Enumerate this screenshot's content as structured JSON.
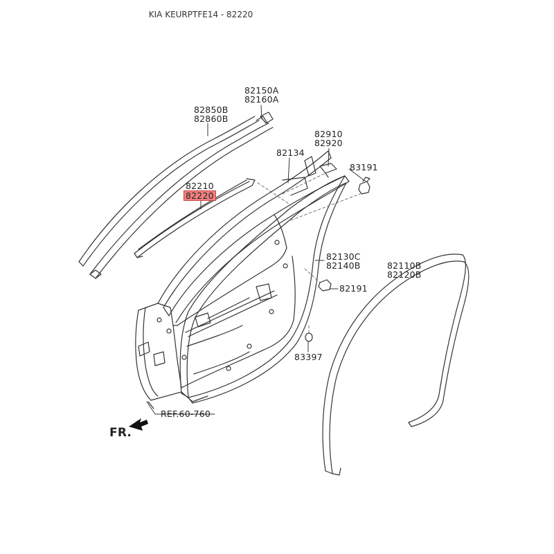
{
  "header": {
    "title": "KIA KEURPTFE14 - 82220"
  },
  "labels": {
    "p82150A": "82150A",
    "p82160A": "82160A",
    "p82850B": "82850B",
    "p82860B": "82860B",
    "p82910": "82910",
    "p82920": "82920",
    "p82134": "82134",
    "p83191a": "83191",
    "p82210": "82210",
    "p82220": "82220",
    "p82130C": "82130C",
    "p82140B": "82140B",
    "p82191": "82191",
    "p82110B": "82110B",
    "p82120B": "82120B",
    "p83397": "83397",
    "ref": "REF.60-760",
    "fr": "FR."
  },
  "highlight": {
    "part": "82220",
    "color": "#f08080"
  }
}
